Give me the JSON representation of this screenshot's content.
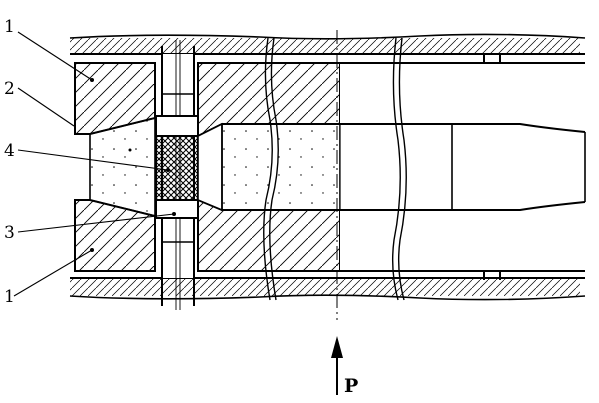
{
  "labels": {
    "part_1_top": "1",
    "part_2": "2",
    "part_4": "4",
    "part_3": "3",
    "part_1_bottom": "1"
  },
  "force_label": "P"
}
